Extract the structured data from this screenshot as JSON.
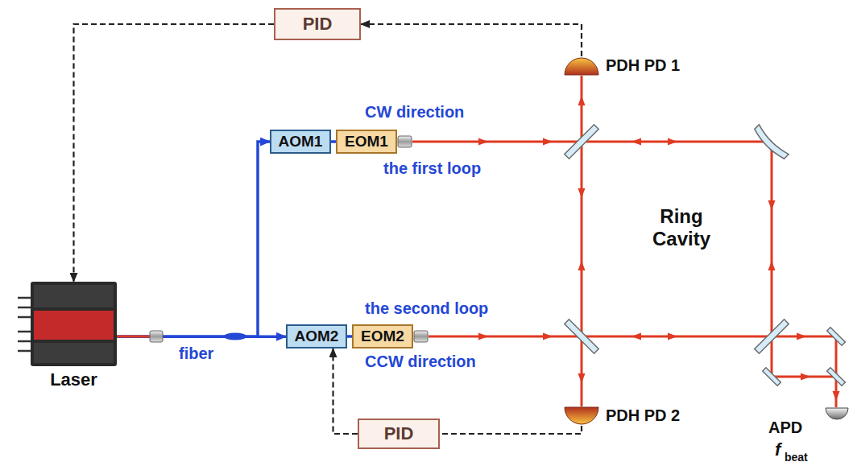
{
  "diagram": {
    "nodes": [
      {
        "text": [
          "PID"
        ]
      },
      {
        "text": [
          "PDH PD 1"
        ]
      },
      {
        "text": [
          "AOM1"
        ]
      },
      {
        "text": [
          "EOM1"
        ]
      },
      {
        "text": [
          "Laser"
        ]
      },
      {
        "text": [
          "AOM2"
        ]
      },
      {
        "text": [
          "EOM2"
        ]
      },
      {
        "text": [
          "PDH PD 2"
        ]
      },
      {
        "text": [
          "PID"
        ]
      },
      {
        "text": [
          "APD",
          "f",
          "beat"
        ]
      }
    ],
    "edges": [
      {
        "from": 1,
        "to": 0,
        "arrow": "to"
      },
      {
        "from": 0,
        "to": 4,
        "arrow": "to"
      },
      {
        "from": 4,
        "to": 2,
        "arrow": "to"
      },
      {
        "from": 4,
        "to": 5,
        "arrow": "to"
      },
      {
        "from": 2,
        "to": 3,
        "arrow": "none"
      },
      {
        "from": 5,
        "to": 6,
        "arrow": "none"
      },
      {
        "from": 7,
        "to": 8,
        "arrow": "none"
      },
      {
        "from": 8,
        "to": 5,
        "arrow": "to"
      }
    ],
    "labels": [
      "CW direction",
      "the first loop",
      "Ring Cavity",
      "the second loop",
      "fiber",
      "CCW direction"
    ]
  }
}
